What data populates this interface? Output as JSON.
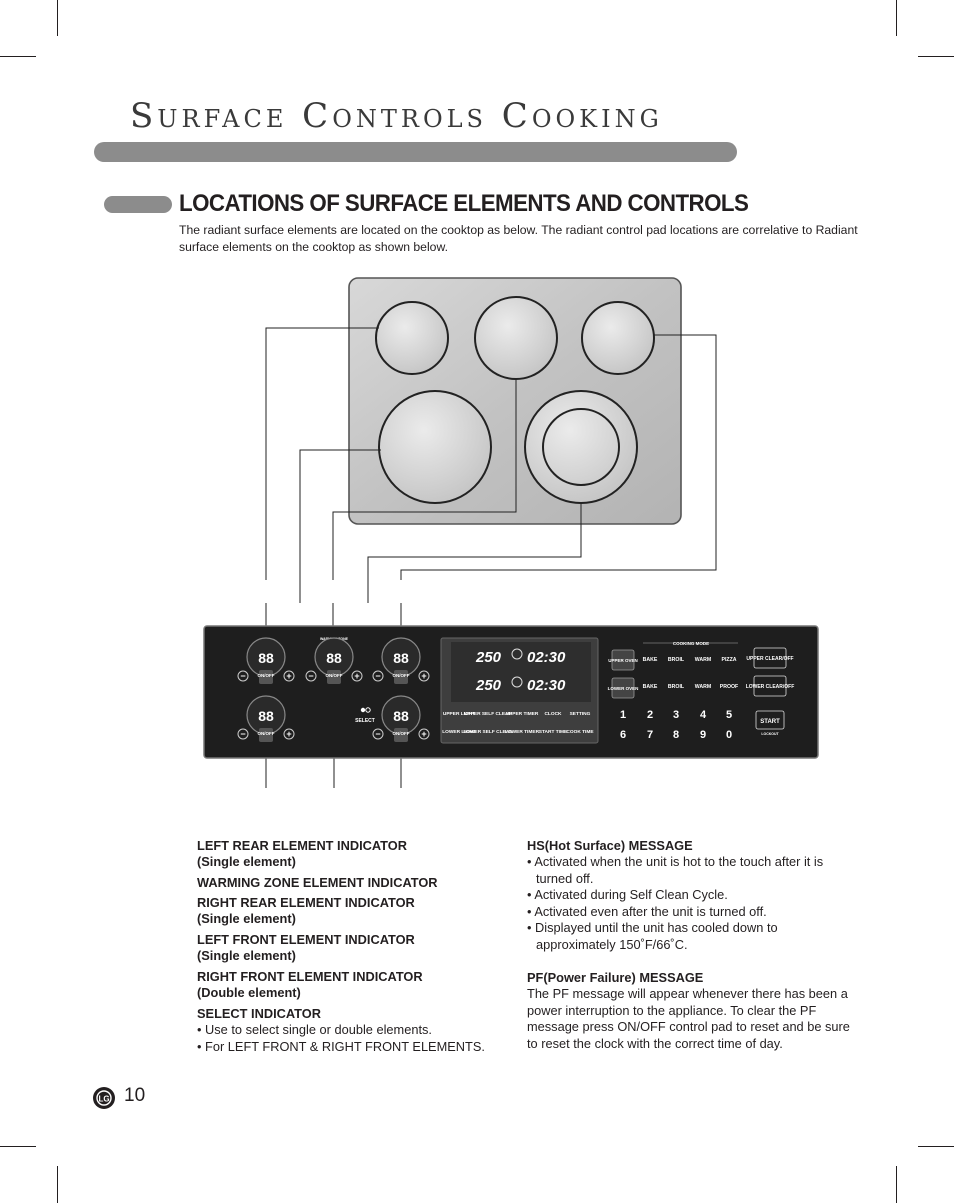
{
  "section_title": "Surface Controls Cooking",
  "sub_heading": "LOCATIONS OF SURFACE ELEMENTS AND CONTROLS",
  "intro": "The radiant surface elements are located on the cooktop as below. The radiant control pad locations are correlative to Radiant surface elements on the cooktop as shown below.",
  "control_panel": {
    "burner_display": "88",
    "on_off_label": "ON/OFF",
    "minus_symbol": "−",
    "plus_symbol": "+",
    "select_label": "SELECT",
    "warming_zone_tiny": "WARMING ZONE",
    "upper_temp": "250",
    "upper_time": "02:30",
    "lower_temp": "250",
    "lower_time": "02:30",
    "oven_keys_row1": [
      "UPPER LIGHT",
      "UPPER SELF CLEAN",
      "UPPER TIMER",
      "CLOCK",
      "SETTING"
    ],
    "oven_keys_row2": [
      "LOWER LIGHT",
      "LOWER SELF CLEAN",
      "LOWER TIMER",
      "START TIME",
      "COOK TIME"
    ],
    "cooking_mode_label": "COOKING MODE",
    "upper_oven_label": "UPPER OVEN",
    "lower_oven_label": "LOWER OVEN",
    "modes_row1": [
      "BAKE",
      "BROIL",
      "WARM",
      "PIZZA"
    ],
    "modes_row2": [
      "BAKE",
      "BROIL",
      "WARM",
      "PROOF"
    ],
    "upper_clear_off": "UPPER CLEAR/OFF",
    "lower_clear_off": "LOWER CLEAR/OFF",
    "number_keys_row1": [
      "1",
      "2",
      "3",
      "4",
      "5"
    ],
    "number_keys_row2": [
      "6",
      "7",
      "8",
      "9",
      "0"
    ],
    "start_label": "START",
    "lockout_label": "LOCKOUT"
  },
  "left_column": {
    "left_rear": [
      "LEFT REAR ELEMENT INDICATOR",
      "(Single element)"
    ],
    "warming_zone": "WARMING ZONE ELEMENT INDICATOR",
    "right_rear": [
      "RIGHT REAR ELEMENT INDICATOR",
      "(Single element)"
    ],
    "left_front": [
      "LEFT FRONT ELEMENT INDICATOR",
      "(Single element)"
    ],
    "right_front": [
      "RIGHT FRONT ELEMENT INDICATOR",
      "(Double element)"
    ],
    "select_heading": "SELECT INDICATOR",
    "select_bullets": [
      "• Use to select single or double elements.",
      "• For LEFT FRONT & RIGHT FRONT ELEMENTS."
    ]
  },
  "right_column": {
    "hs_heading": "HS(Hot Surface) MESSAGE",
    "hs_bullets": [
      "• Activated when the unit is hot to the touch after it is turned off.",
      "• Activated during Self Clean Cycle.",
      "• Activated even after the unit is turned off.",
      "• Displayed until the unit has cooled down to approximately 150˚F/66˚C."
    ],
    "pf_heading": "PF(Power Failure) MESSAGE",
    "pf_text": "The PF message will appear whenever there has been a power interruption to the appliance. To clear the PF message press ON/OFF control pad to reset and be sure to reset the clock with the correct time of day."
  },
  "page_number": "10",
  "logo_text": "LG",
  "colors": {
    "title_bar": "#8c8c8c",
    "panel": "#1e1e1e",
    "cooktop": "#c9c9c9",
    "text": "#231f20"
  }
}
